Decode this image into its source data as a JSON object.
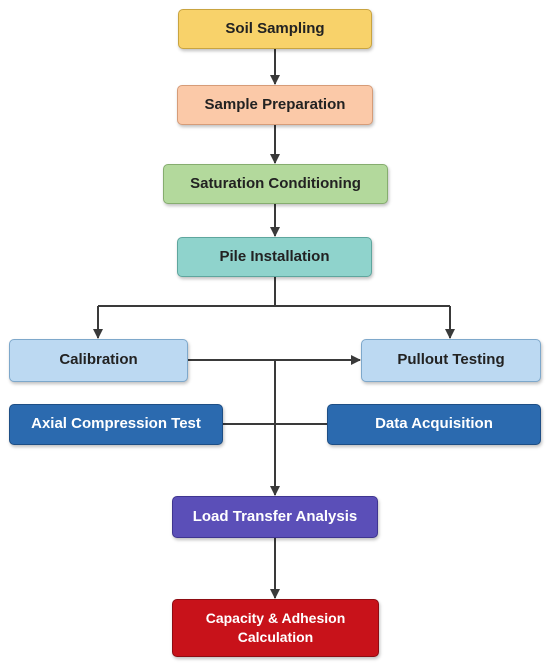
{
  "colors": {
    "connector": "#3a3a3a",
    "soil_sampling": "#f8d26a",
    "sample_preparation": "#fbc9a8",
    "saturation_conditioning": "#b3d99c",
    "pile_installation": "#8fd3cc",
    "light_blue": "#bcd9f2",
    "dark_blue": "#2b6aaf",
    "load_transfer": "#5b4fb8",
    "capacity": "#c8121a"
  },
  "nodes": {
    "soil_sampling": "Soil Sampling",
    "sample_preparation": "Sample Preparation",
    "saturation_conditioning": "Saturation Conditioning",
    "pile_installation": "Pile Installation",
    "calibration": "Calibration",
    "pullout_testing": "Pullout Testing",
    "axial_compression_test": "Axial Compression Test",
    "data_acquisition": "Data Acquisition",
    "load_transfer_analysis": "Load Transfer Analysis",
    "capacity_line1": "Capacity & Adhesion",
    "capacity_line2": "Calculation"
  }
}
